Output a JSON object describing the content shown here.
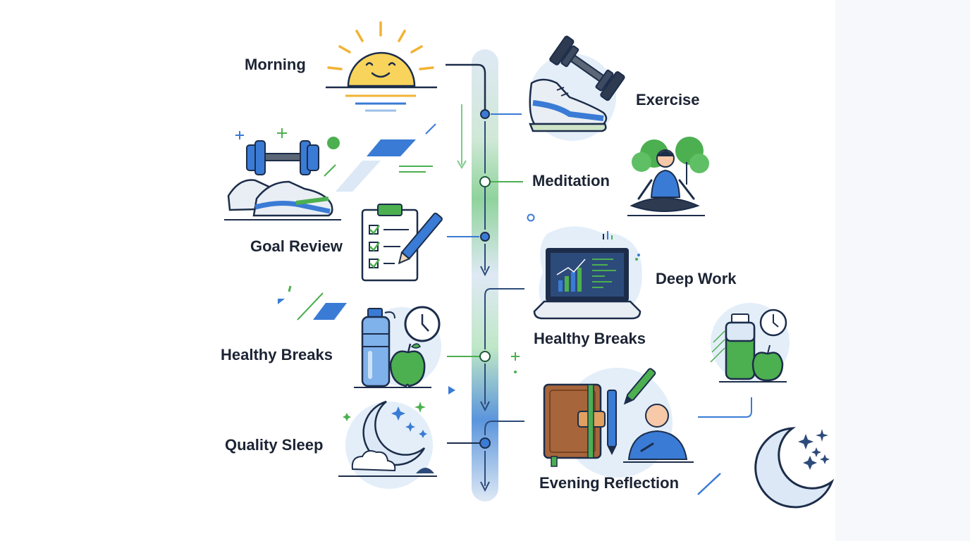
{
  "labels": {
    "morning": "Morning",
    "exercise": "Exercise",
    "meditation": "Meditation",
    "goal_review": "Goal Review",
    "deep_work": "Deep Work",
    "healthy_breaks_left": "Healthy Breaks",
    "healthy_breaks_right": "Healthy Breaks",
    "quality_sleep": "Quality Sleep",
    "evening_reflection": "Evening Reflection"
  },
  "icons": [
    "sun-icon",
    "dumbbell-icon",
    "sneaker-icon",
    "meditation-icon",
    "checklist-icon",
    "laptop-icon",
    "water-bottle-icon",
    "clock-icon",
    "apple-icon",
    "moon-icon",
    "journal-icon",
    "writing-person-icon"
  ],
  "colors": {
    "navy": "#1c2d4a",
    "blue": "#3a7bd5",
    "green": "#4caf50",
    "yellow": "#f9d45c",
    "orange": "#f2b233",
    "light_blue": "#e3eef9",
    "brown": "#a6653a"
  }
}
